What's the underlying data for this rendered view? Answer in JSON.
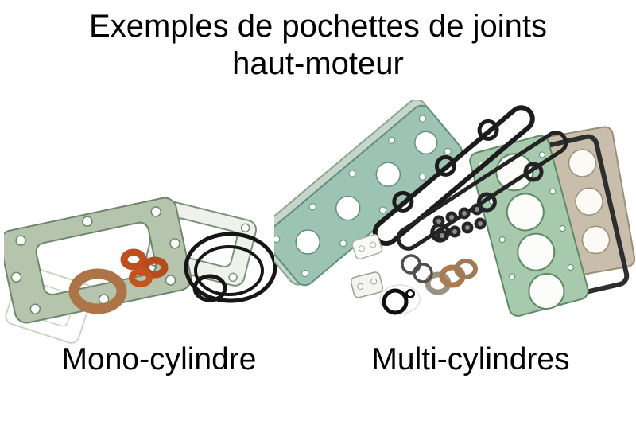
{
  "title": {
    "line1": "Exemples de pochettes de joints",
    "line2": "haut-moteur"
  },
  "labels": {
    "mono": "Mono-cylindre",
    "multi": "Multi-cylindres"
  },
  "colors": {
    "background": "#ffffff",
    "text": "#000000",
    "gasket_green": "#b5c5ad",
    "gasket_teal": "#9cc3b3",
    "head_gasket_green": "#a7c9ad",
    "paper_grey": "#c9beac",
    "copper": "#ad7547",
    "orange_ring": "#bf4f1f",
    "rubber_black": "#1c1c1c"
  },
  "parts": {
    "mono": [
      "cylinder-base-gasket",
      "head-gasket-outline",
      "copper-washer",
      "exhaust-gasket-rings",
      "black-o-rings"
    ],
    "multi": [
      "clutch-cover-gaskets-teal",
      "rocker-cover-gaskets-black",
      "multi-bore-head-gasket",
      "paper-gasket-grey",
      "valve-stem-seals",
      "metal-washers",
      "small-o-rings",
      "oil-seal-ring",
      "small-paper-gaskets"
    ]
  }
}
